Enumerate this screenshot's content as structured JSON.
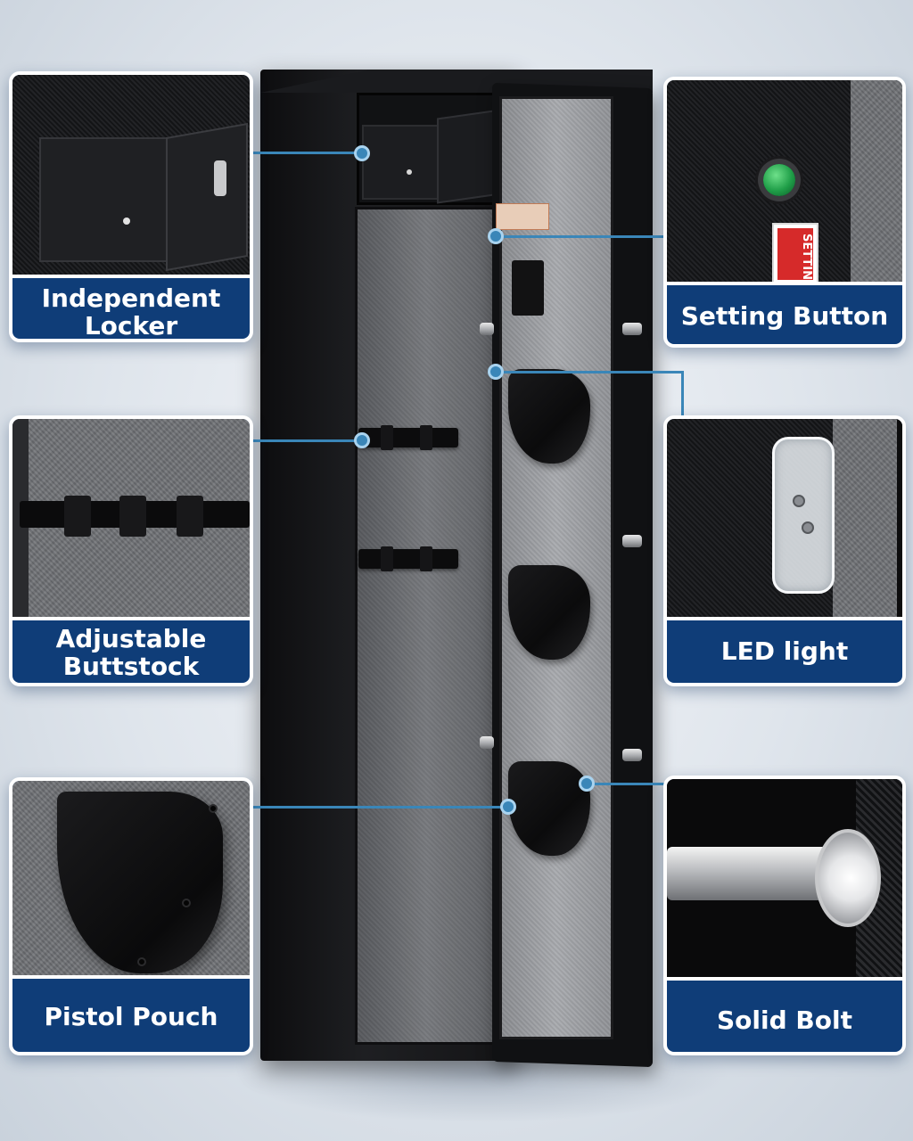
{
  "features": {
    "independent_locker": {
      "label_line1": "Independent",
      "label_line2": "Locker"
    },
    "setting_button": {
      "label": "Setting Button",
      "tag_text": "SETTIN"
    },
    "adjustable_buttstock": {
      "label_line1": "Adjustable",
      "label_line2": "Buttstock"
    },
    "led_light": {
      "label": "LED light"
    },
    "pistol_pouch": {
      "label": "Pistol Pouch"
    },
    "solid_bolt": {
      "label": "Solid Bolt"
    }
  },
  "colors": {
    "card_background": "#0f3d78",
    "connector": "#3a86b8",
    "card_border": "#ffffff"
  },
  "icons": {
    "setting_button": "green-push-button-icon",
    "led_light": "led-lens-icon",
    "solid_bolt": "steel-bolt-icon"
  }
}
